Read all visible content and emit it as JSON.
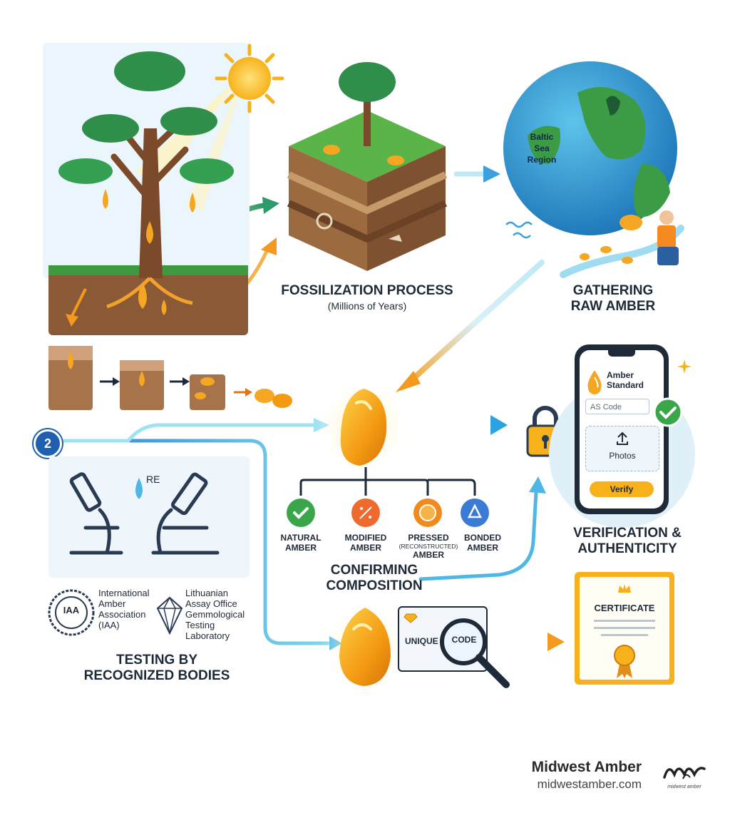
{
  "steps": {
    "fossilization": {
      "title": "FOSSILIZATION PROCESS",
      "subtitle": "(Millions of Years)"
    },
    "gathering": {
      "line1": "GATHERING",
      "line2": "RAW AMBER"
    },
    "globe_label": {
      "line1": "Baltic",
      "line2": "Sea",
      "line3": "Region"
    },
    "badge_number": "2",
    "drop_label": "RE",
    "testing": {
      "line1": "TESTING BY",
      "line2": "RECOGNIZED BODIES"
    },
    "confirming": {
      "line1": "CONFIRMING",
      "line2": "COMPOSITION"
    },
    "verification": {
      "line1": "VERIFICATION &",
      "line2": "AUTHENTICITY"
    }
  },
  "bodies": {
    "iaa": {
      "seal": "IAA",
      "line1": "International",
      "line2": "Amber",
      "line3": "Association",
      "line4": "(IAA)"
    },
    "lithuanian": {
      "line1": "Lithuanian",
      "line2": "Assay Office",
      "line3": "Gemmological",
      "line4": "Testing",
      "line5": "Laboratory"
    }
  },
  "categories": [
    {
      "line1": "NATURAL",
      "line2": "AMBER",
      "note": "",
      "color": "#3aa64a",
      "icon": "check-icon"
    },
    {
      "line1": "MODIFIED",
      "line2": "AMBER",
      "note": "",
      "color": "#ef6a2c",
      "icon": "percent-icon"
    },
    {
      "line1": "PRESSED",
      "line2": "AMBER",
      "note": "(RECONSTRUCTED)",
      "color": "#f08a1c",
      "icon": "circle-icon"
    },
    {
      "line1": "BONDED",
      "line2": "AMBER",
      "note": "",
      "color": "#3b7bd6",
      "icon": "recycle-icon"
    }
  ],
  "phone": {
    "brand_line1": "Amber",
    "brand_line2": "Standard",
    "code_placeholder": "AS Code",
    "upload_label": "Photos",
    "verify_label": "Verify"
  },
  "code_card": {
    "left": "UNIQUE",
    "right": "CODE"
  },
  "certificate": {
    "title": "CERTIFICATE"
  },
  "footer": {
    "brand": "Midwest Amber",
    "url": "midwestamber.com",
    "logo_caption": "midwest amber"
  },
  "colors": {
    "amber": "#f5a623",
    "flow_blue": "#3aa0e0",
    "cyan": "#8fe3f0",
    "orange_arrow": "#f39a1e",
    "dark": "#1f2a38"
  }
}
